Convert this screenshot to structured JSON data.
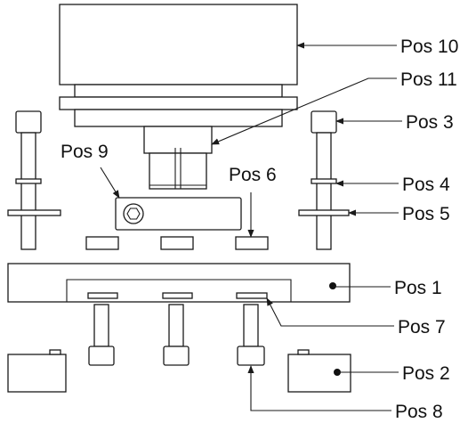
{
  "labels": {
    "pos10": "Pos 10",
    "pos11": "Pos 11",
    "pos3": "Pos 3",
    "pos9": "Pos 9",
    "pos6": "Pos 6",
    "pos4": "Pos 4",
    "pos5": "Pos 5",
    "pos1": "Pos 1",
    "pos7": "Pos 7",
    "pos2": "Pos 2",
    "pos8": "Pos 8"
  },
  "colors": {
    "line": "#1a1a1a",
    "background": "#ffffff",
    "dot": "#111111"
  }
}
